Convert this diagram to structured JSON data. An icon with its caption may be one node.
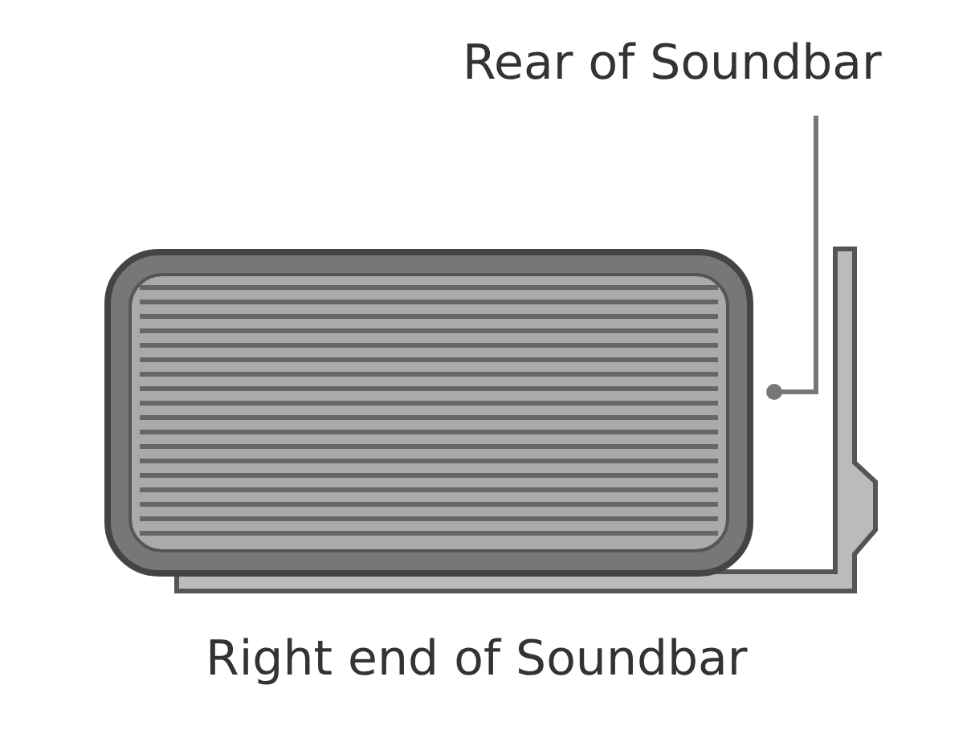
{
  "diagram": {
    "caption": "Right end of Soundbar",
    "nodes": [
      {
        "text": [
          "Rear of Soundbar"
        ]
      },
      {
        "text": [],
        "shape": "picture"
      }
    ],
    "edges": [
      {
        "from": 0,
        "to": 1,
        "arrow": "other"
      }
    ]
  }
}
